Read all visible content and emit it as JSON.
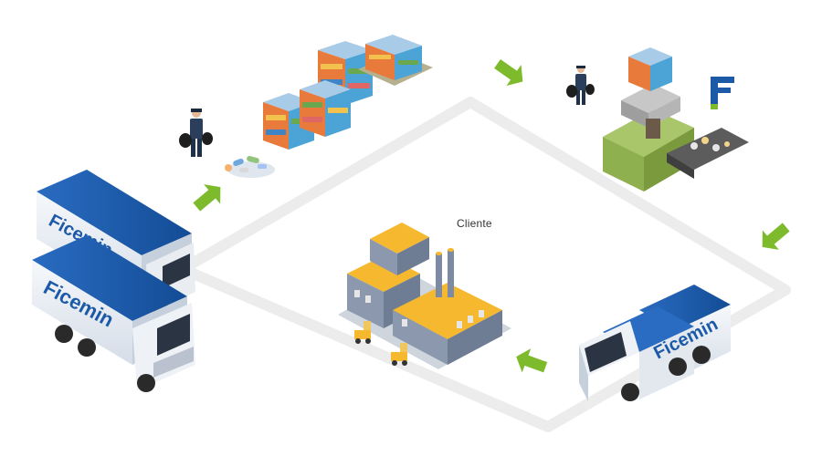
{
  "client_label": "Cliente",
  "brand": {
    "name": "Ficemin",
    "logo_letter": "F",
    "colors": {
      "blue": "#1c5aa8",
      "green": "#7dbb2c",
      "dark_blue": "#0d3d80"
    }
  },
  "flow": {
    "steps": [
      {
        "id": "pickup-trucks",
        "icon": "truck-fleet-icon"
      },
      {
        "id": "waste-collection",
        "icon": "worker-with-bags-icon"
      },
      {
        "id": "storage-pallets",
        "icon": "pallet-stack-icon"
      },
      {
        "id": "recycling-machine",
        "icon": "shredder-machine-icon"
      },
      {
        "id": "delivery-truck",
        "icon": "truck-icon"
      },
      {
        "id": "client-factory",
        "icon": "factory-icon"
      }
    ],
    "arrow_color": "#7dbb2c",
    "path_color": "#ececec"
  }
}
